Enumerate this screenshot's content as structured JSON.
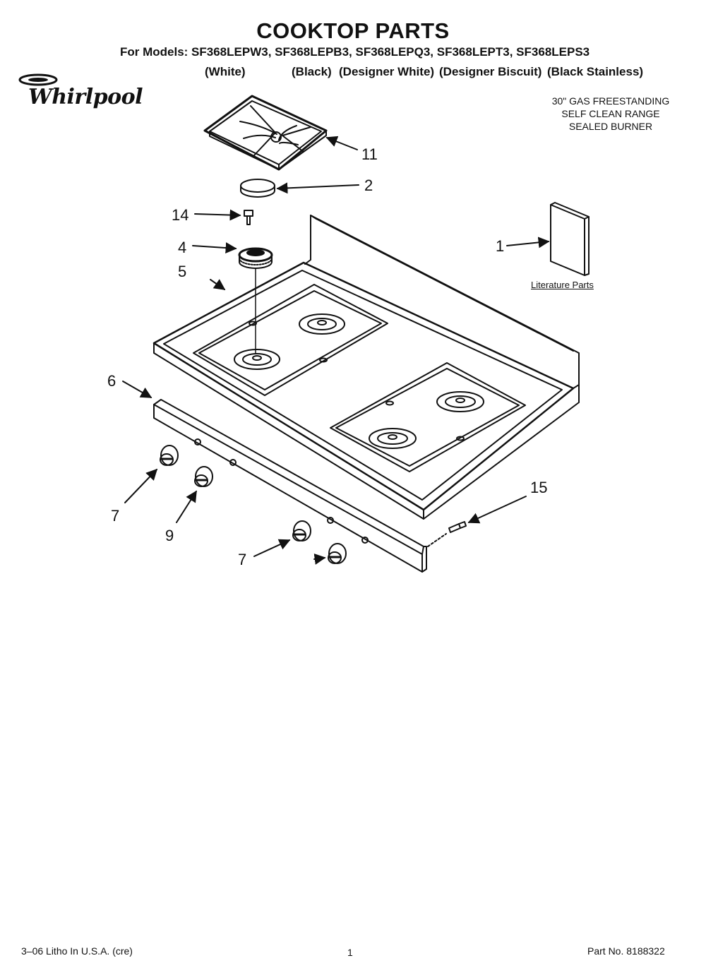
{
  "header": {
    "title": "COOKTOP PARTS",
    "models_line": "For Models: SF368LEPW3, SF368LEPB3, SF368LEPQ3, SF368LEPT3, SF368LEPS3",
    "colors": [
      "(White)",
      "(Black)",
      "(Designer White)",
      "(Designer Biscuit)",
      "(Black Stainless)"
    ]
  },
  "brand": {
    "logo_text": "Whirlpool"
  },
  "description": [
    "30\" GAS FREESTANDING",
    "SELF CLEAN RANGE",
    "SEALED BURNER"
  ],
  "callouts": {
    "grate": "11",
    "burner_cap": "2",
    "screw_top": "14",
    "burner_base": "4",
    "cooktop": "5",
    "literature": "1",
    "panel": "6",
    "knob_left": "7",
    "knob_second": "9",
    "knob_lower": "7",
    "screw_side": "15"
  },
  "literature_label": "Literature Parts",
  "footer": {
    "left": "3–06 Litho In U.S.A. (cre)",
    "page": "1",
    "right": "Part No. 8188322"
  },
  "colors_used": {
    "ink": "#111111",
    "paper": "#ffffff"
  }
}
